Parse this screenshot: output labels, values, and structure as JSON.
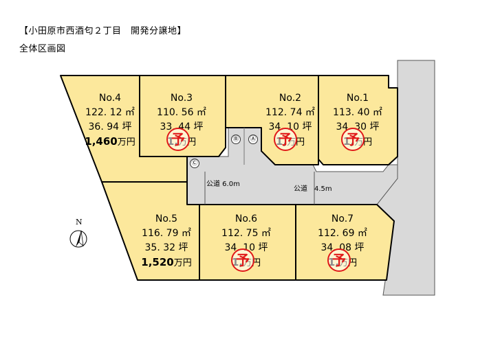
{
  "header": {
    "title": "【小田原市西酒匂２丁目　開発分譲地】",
    "subtitle": "全体区画図"
  },
  "map": {
    "lot_fill": "#fce89c",
    "road_fill": "#d9d9d9",
    "stamp_color": "#e01818",
    "north_label": "N",
    "roads": [
      {
        "label": "公道 6.0m"
      },
      {
        "label": "公道　4.5m"
      }
    ],
    "markers": [
      "Ⓑ",
      "Ⓐ",
      "Ⓒ"
    ],
    "stamp_text": "予",
    "lots": [
      {
        "no": "No.4",
        "area_m2": "122. 12 ㎡",
        "area_tsubo": "36. 94 坪",
        "price": "1,460",
        "unit": "万円",
        "reserved": false
      },
      {
        "no": "No.3",
        "area_m2": "110. 56 ㎡",
        "area_tsubo": "33. 44 坪",
        "price": "1,",
        "unit": "万円",
        "reserved": true
      },
      {
        "no": "No.2",
        "area_m2": "112. 74 ㎡",
        "area_tsubo": "34. 10 坪",
        "price": "1,",
        "unit": "万円",
        "reserved": true
      },
      {
        "no": "No.1",
        "area_m2": "113. 40 ㎡",
        "area_tsubo": "34. 30 坪",
        "price": "1,",
        "unit": "万円",
        "reserved": true
      },
      {
        "no": "No.5",
        "area_m2": "116. 79 ㎡",
        "area_tsubo": "35. 32 坪",
        "price": "1,520",
        "unit": "万円",
        "reserved": false
      },
      {
        "no": "No.6",
        "area_m2": "112. 75 ㎡",
        "area_tsubo": "34. 10 坪",
        "price": "1,",
        "unit": "万円",
        "reserved": true
      },
      {
        "no": "No.7",
        "area_m2": "112. 69 ㎡",
        "area_tsubo": "34. 08 坪",
        "price": "1,",
        "unit": "万円",
        "reserved": true
      }
    ]
  }
}
